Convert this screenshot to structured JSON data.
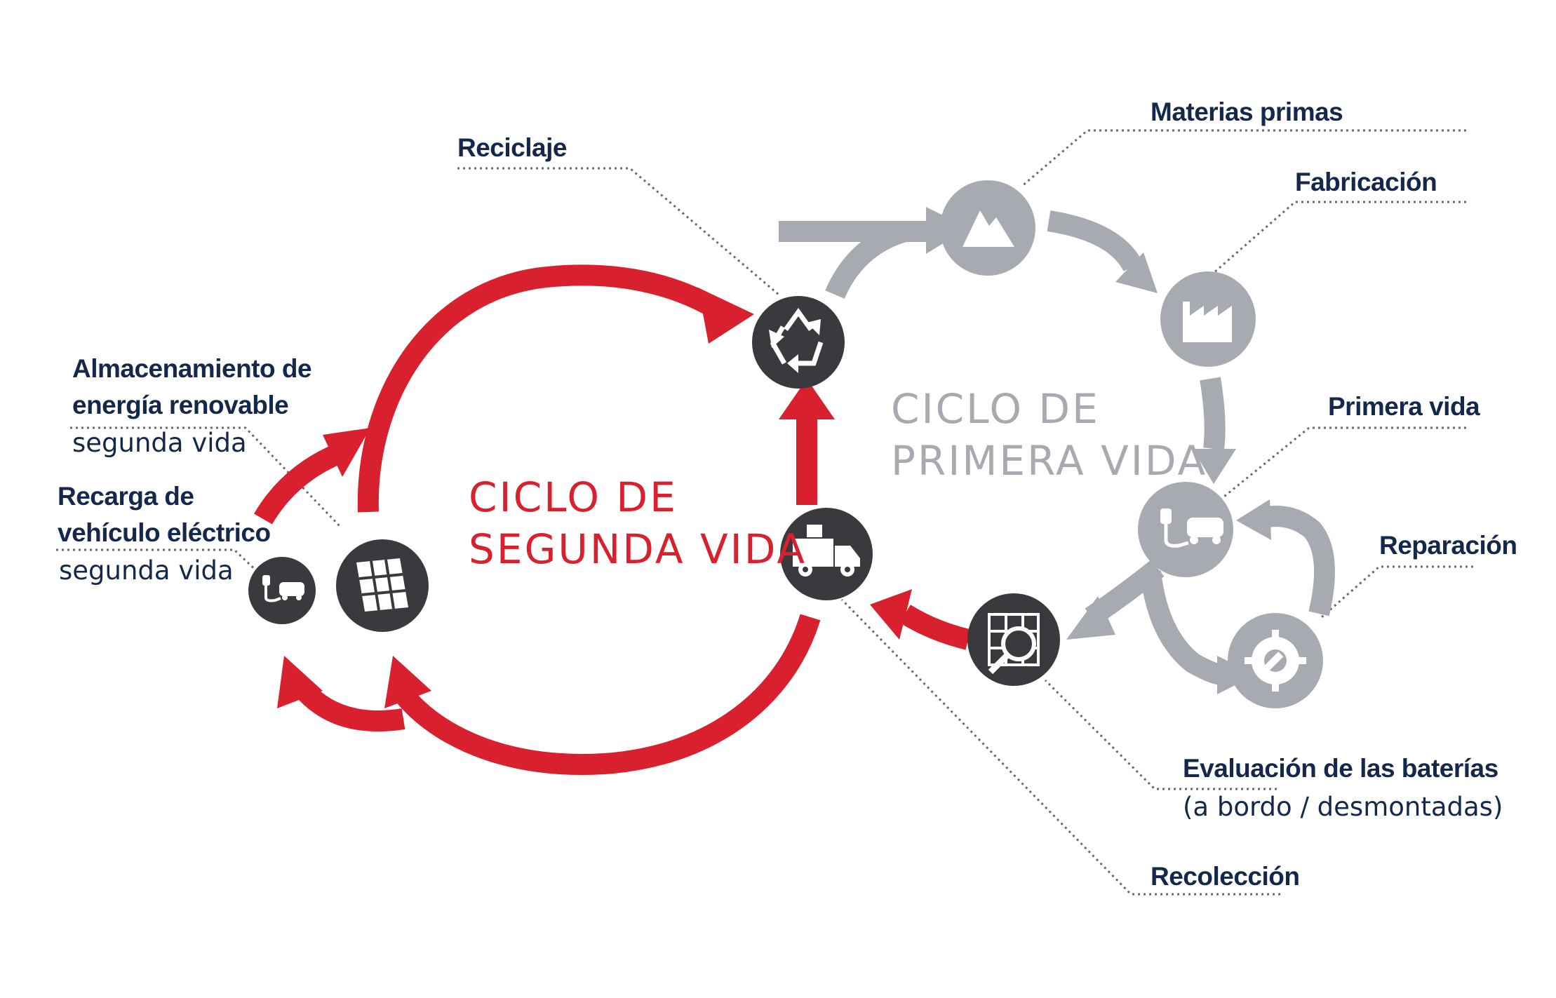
{
  "labels": {
    "materias": "Materias primas",
    "fabricacion": "Fabricación",
    "reciclaje": "Reciclaje",
    "primera_vida": "Primera vida",
    "reparacion": "Reparación",
    "evaluacion": "Evaluación de las baterías",
    "evaluacion_sub": "(a bordo / desmontadas)",
    "recoleccion": "Recolección",
    "almacenamiento_1": "Almacenamiento de",
    "almacenamiento_2": "energía renovable",
    "almacenamiento_sub": "segunda vida",
    "recarga_1": "Recarga de",
    "recarga_2": "vehículo eléctrico",
    "recarga_sub": "segunda vida"
  },
  "titles": {
    "segunda_1": "CICLO DE",
    "segunda_2": "SEGUNDA VIDA",
    "primera_1": "CICLO DE",
    "primera_2": "PRIMERA VIDA"
  },
  "colors": {
    "red": "#d9202e",
    "grey": "#a7aab0",
    "dark": "#3a3a3e",
    "navy": "#14284b"
  },
  "icons": [
    "mountain-icon",
    "factory-icon",
    "recycle-icon",
    "ev-charger-icon",
    "wrench-gear-icon",
    "battery-inspection-icon",
    "truck-icon",
    "solar-panel-icon"
  ]
}
